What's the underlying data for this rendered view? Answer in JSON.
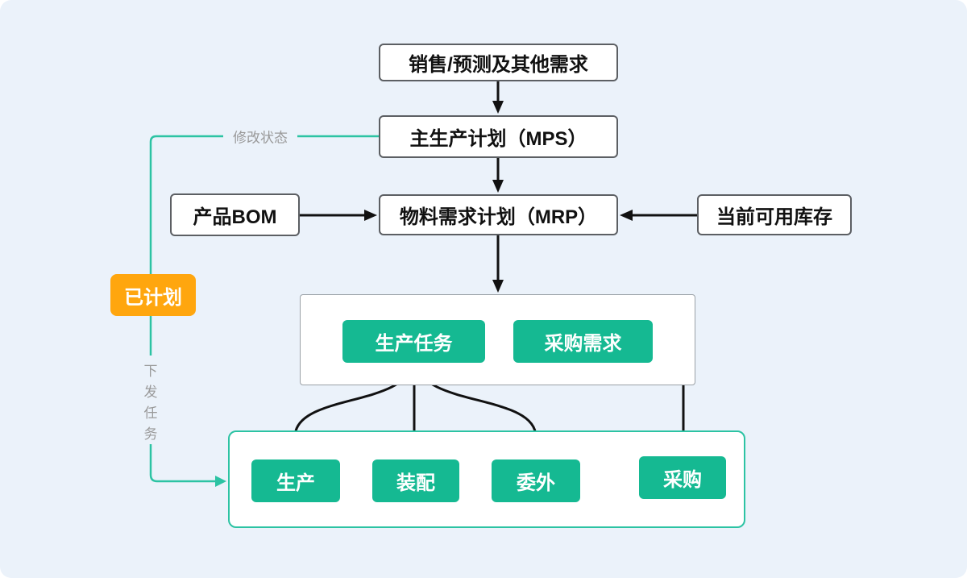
{
  "diagram": {
    "title_hint": "MRP planning flow diagram",
    "nodes": {
      "sales": "销售/预测及其他需求",
      "mps": "主生产计划（MPS）",
      "mrp": "物料需求计划（MRP）",
      "bom": "产品BOM",
      "inventory": "当前可用库存",
      "production_task": "生产任务",
      "purchase_demand": "采购需求",
      "produce": "生产",
      "assembly": "装配",
      "outsource": "委外",
      "purchase": "采购",
      "planned_badge": "已计划"
    },
    "edge_labels": {
      "modify_status": "修改状态",
      "dispatch_task": "下发任务"
    },
    "colors": {
      "background": "#ebf2fa",
      "node_green": "#15b992",
      "line_teal": "#2cc3a3",
      "badge_orange": "#ffa60e",
      "arrow_black": "#111111",
      "label_gray": "#9a9a9a",
      "box_border_gray": "#5c5f63"
    }
  }
}
